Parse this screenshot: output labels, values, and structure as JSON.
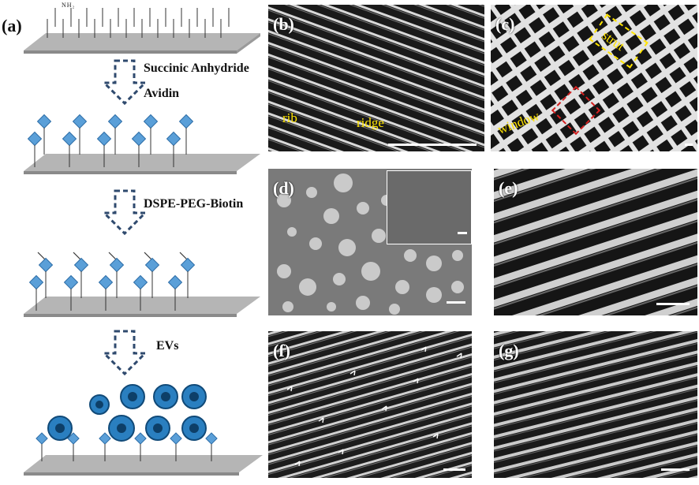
{
  "panel_labels": {
    "a": "(a)",
    "b": "(b)",
    "c": "(c)",
    "d": "(d)",
    "e": "(e)",
    "f": "(f)",
    "g": "(g)"
  },
  "surface": {
    "amine_label": "NH₂"
  },
  "steps": {
    "step1a": "Succinic Anhydride",
    "step1b": "Avidin",
    "step2": "DSPE-PEG-Biotin",
    "step3": "EVs"
  },
  "annotations": {
    "rib": "rib",
    "ridge": "ridge",
    "strut": "strut",
    "window": "window"
  },
  "colors": {
    "substrate": "#b5b5b5",
    "arrow_outline": "#2f4a6e",
    "avidin": "#5a9fd8",
    "ev": "#2a7fc0",
    "annotation": "#ffe400",
    "window_box": "#d42020"
  }
}
